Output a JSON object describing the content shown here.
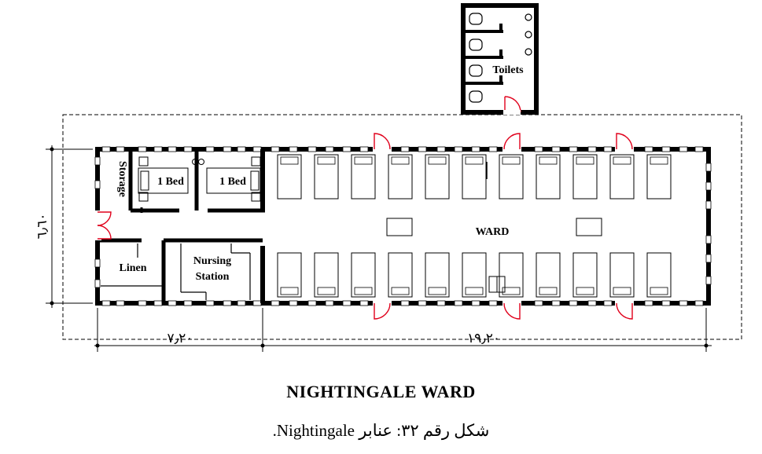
{
  "plan": {
    "labels": {
      "toilets": "Toilets",
      "storage": "Storage",
      "bed_room_1": "1 Bed",
      "bed_room_2": "1 Bed",
      "ward": "WARD",
      "linen": "Linen",
      "nursing_line1": "Nursing",
      "nursing_line2": "Station"
    },
    "dimensions": {
      "width_left": "٧٫٢٠",
      "width_right": "١٩٫٢٠",
      "height": "٦٫٦٠"
    },
    "ward_beds": {
      "top_row": 11,
      "bottom_row": 11
    },
    "colors": {
      "walls": "#000000",
      "doors": "#e0001b",
      "dashed_site": "#000000"
    }
  },
  "title": "NIGHTINGALE WARD",
  "caption": "شكل رقم ٣٢: عنابر Nightingale."
}
